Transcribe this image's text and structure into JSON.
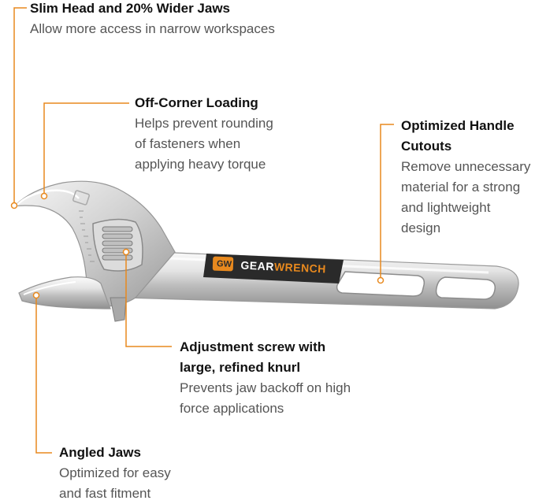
{
  "colors": {
    "accent": "#e8891e",
    "title": "#111111",
    "description": "#555555",
    "chrome_light": "#f4f4f4",
    "chrome_mid": "#c8c8c8",
    "chrome_dark": "#8a8a8a",
    "label_bg": "#2a2a2a"
  },
  "brand": {
    "logo_mark": "GW",
    "name_part1": "GEAR",
    "name_part2": "WRENCH"
  },
  "callouts": {
    "slim_head": {
      "title": "Slim Head and 20% Wider Jaws",
      "description": "Allow more access in narrow workspaces"
    },
    "off_corner": {
      "title": "Off-Corner Loading",
      "description": "Helps prevent rounding\nof fasteners when\napplying heavy torque"
    },
    "handle_cutouts": {
      "title": "Optimized Handle\nCutouts",
      "description": "Remove unnecessary\nmaterial for a strong\nand lightweight\ndesign"
    },
    "adjustment_screw": {
      "title": "Adjustment screw with\nlarge, refined knurl",
      "description": "Prevents jaw backoff on high\nforce applications"
    },
    "angled_jaws": {
      "title": "Angled Jaws",
      "description": "Optimized for easy\nand fast fitment"
    }
  },
  "icons": [
    "leader-dot-icon",
    "wrench-illustration",
    "gw-logo-icon"
  ]
}
